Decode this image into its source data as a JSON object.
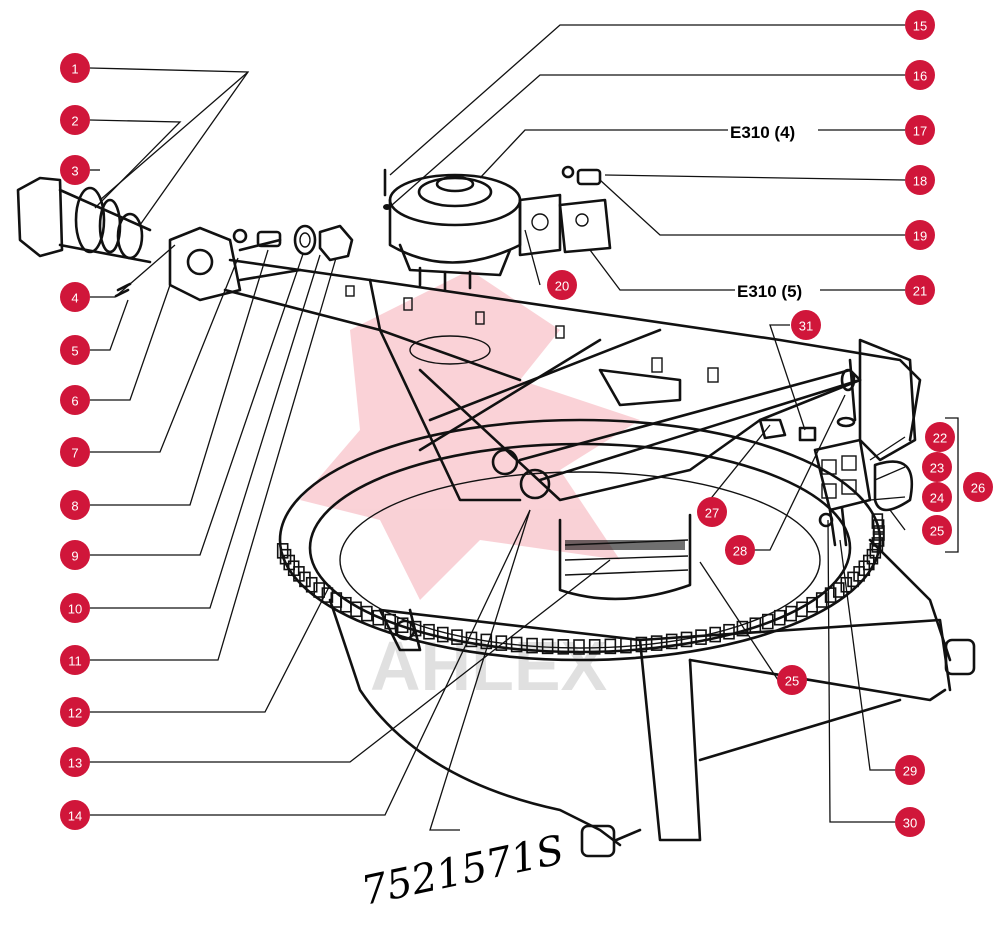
{
  "callout_color": "#d0163a",
  "callouts": [
    {
      "label": "1"
    },
    {
      "label": "2"
    },
    {
      "label": "3"
    },
    {
      "label": "4"
    },
    {
      "label": "5"
    },
    {
      "label": "6"
    },
    {
      "label": "7"
    },
    {
      "label": "8"
    },
    {
      "label": "9"
    },
    {
      "label": "10"
    },
    {
      "label": "11"
    },
    {
      "label": "12"
    },
    {
      "label": "13"
    },
    {
      "label": "14"
    },
    {
      "label": "15"
    },
    {
      "label": "16"
    },
    {
      "label": "17"
    },
    {
      "label": "18"
    },
    {
      "label": "19"
    },
    {
      "label": "20"
    },
    {
      "label": "21"
    },
    {
      "label": "22"
    },
    {
      "label": "23"
    },
    {
      "label": "24"
    },
    {
      "label": "25"
    },
    {
      "label": "26"
    },
    {
      "label": "27"
    },
    {
      "label": "28"
    },
    {
      "label": "25"
    },
    {
      "label": "29"
    },
    {
      "label": "30"
    },
    {
      "label": "31"
    }
  ],
  "references": {
    "ref_17": "E310 (4)",
    "ref_21": "E310 (5)"
  },
  "handwritten_part_number": "7521571S",
  "watermark_text": "AHLEX"
}
